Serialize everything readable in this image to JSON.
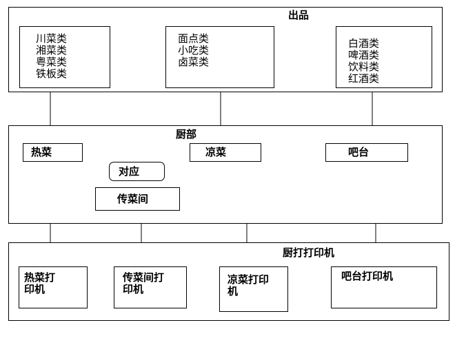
{
  "output_section": {
    "title": "出品",
    "groups": [
      {
        "items": [
          "川菜类",
          "湘菜类",
          "粤菜类",
          "铁板类"
        ]
      },
      {
        "items": [
          "面点类",
          "小吃类",
          "卤菜类"
        ]
      },
      {
        "items": [
          "白酒类",
          "啤酒类",
          "饮料类",
          "红酒类"
        ]
      }
    ]
  },
  "kitchen_section": {
    "title": "厨部",
    "hot_dish": "热菜",
    "cold_dish": "凉菜",
    "bar": "吧台",
    "correspond": "对应",
    "serving_room": "传菜间"
  },
  "printer_section": {
    "title": "厨打打印机",
    "printers": [
      {
        "line1": "热菜打",
        "line2": "印机"
      },
      {
        "line1": "传菜间打",
        "line2": "印机"
      },
      {
        "line1": "凉菜打印",
        "line2": "机"
      },
      {
        "line1": "吧台打印机",
        "line2": ""
      }
    ]
  }
}
